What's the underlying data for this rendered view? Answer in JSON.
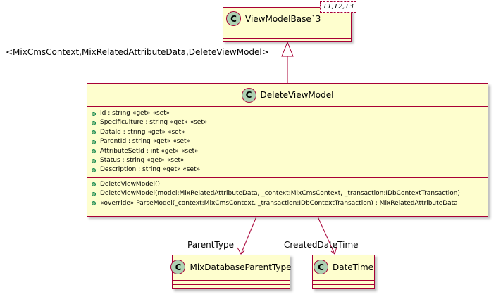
{
  "base_class": {
    "badge": "C",
    "name": "ViewModelBase`3",
    "type_params": "T1,T2,T3"
  },
  "binding_label": "<MixCmsContext,MixRelatedAttributeData,DeleteViewModel>",
  "main_class": {
    "badge": "C",
    "name": "DeleteViewModel",
    "fields": [
      "Id : string «get» «set»",
      "Specificulture : string «get» «set»",
      "DataId : string «get» «set»",
      "ParentId : string «get» «set»",
      "AttributeSetId : int «get» «set»",
      "Status : string «get» «set»",
      "Description : string «get» «set»"
    ],
    "methods": [
      "DeleteViewModel()",
      "DeleteViewModel(model:MixRelatedAttributeData, _context:MixCmsContext, _transaction:IDbContextTransaction)",
      "«override» ParseModel(_context:MixCmsContext, _transaction:IDbContextTransaction) : MixRelatedAttributeData"
    ]
  },
  "parent_type_class": {
    "badge": "C",
    "name": "MixDatabaseParentType"
  },
  "datetime_class": {
    "badge": "C",
    "name": "DateTime"
  },
  "relations": {
    "parent_type_label": "ParentType",
    "created_label": "CreatedDateTime"
  },
  "colors": {
    "class_fill": "#FEFECE",
    "class_border": "#A80036",
    "badge_fill": "#ADD1B2",
    "visibility_fill": "#84BE84"
  }
}
